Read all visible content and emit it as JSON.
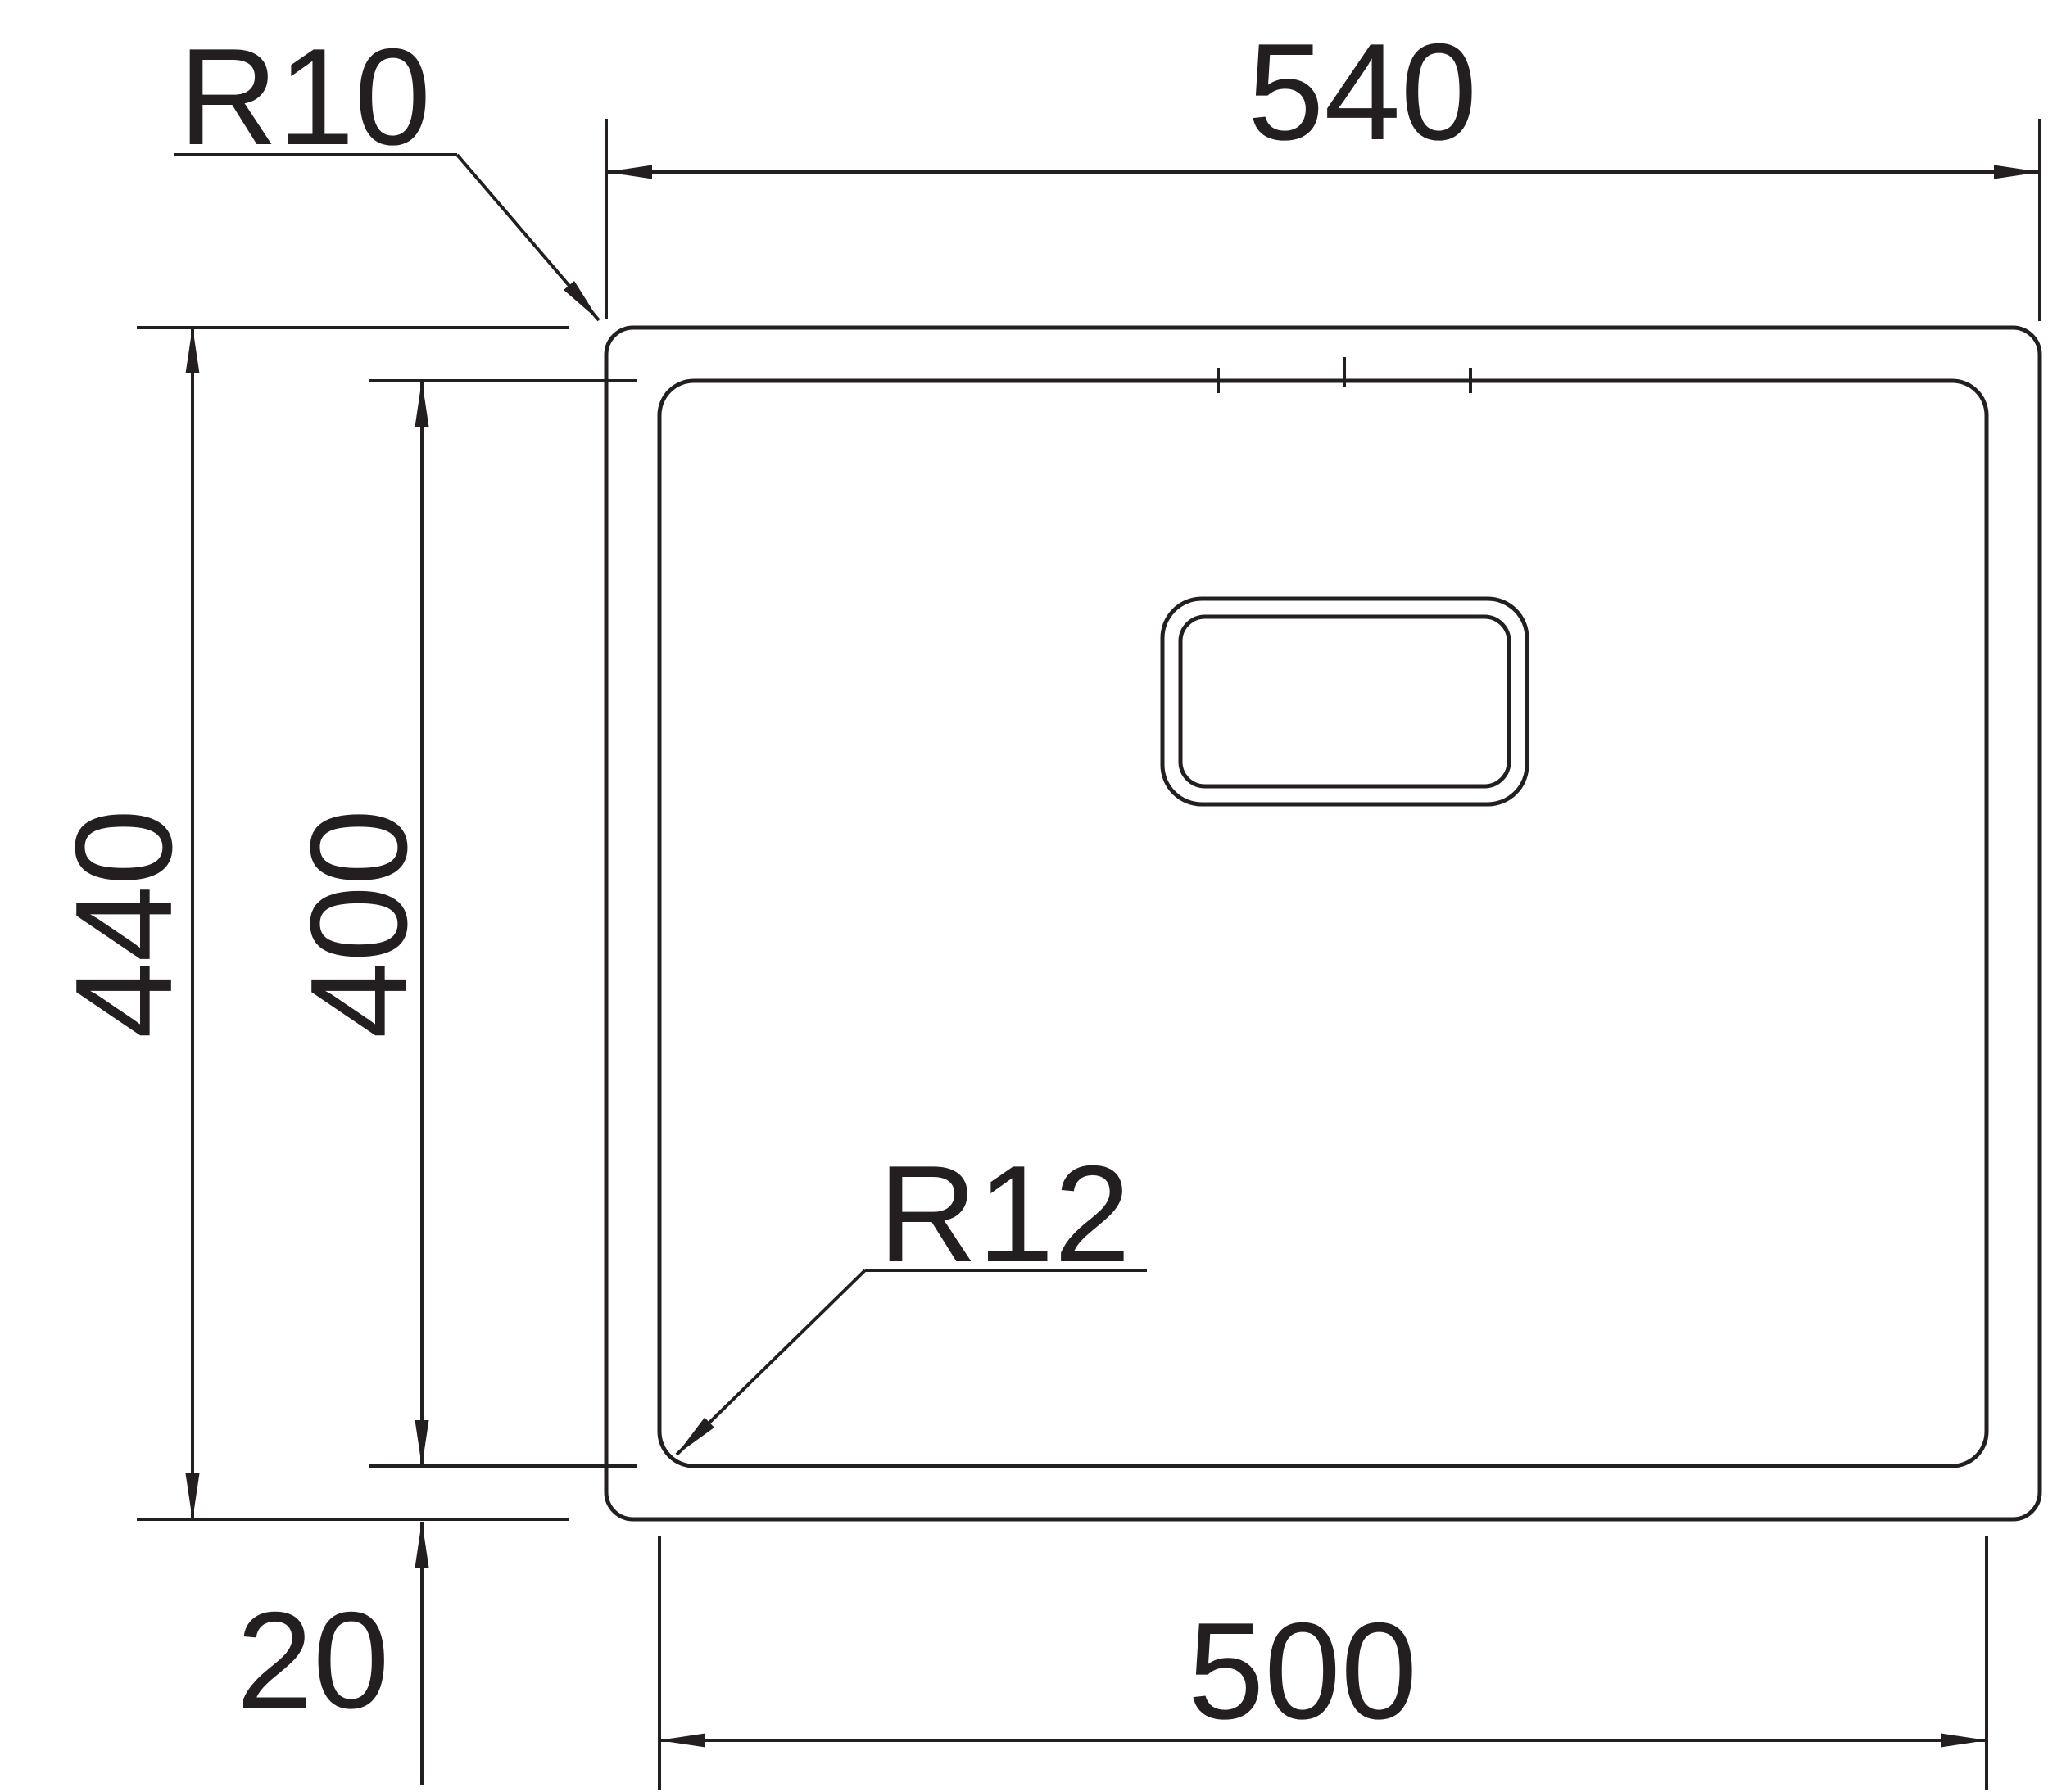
{
  "drawing": {
    "type": "technical-dimension-drawing",
    "subject": "undermount-sink-top-view",
    "colors": {
      "line": "#231f20",
      "background": "#ffffff"
    },
    "labels": {
      "outer_width": "540",
      "outer_height": "440",
      "inner_height": "400",
      "inner_width": "500",
      "rim_offset": "20",
      "outer_corner_radius": "R10",
      "inner_corner_radius": "R12"
    }
  }
}
